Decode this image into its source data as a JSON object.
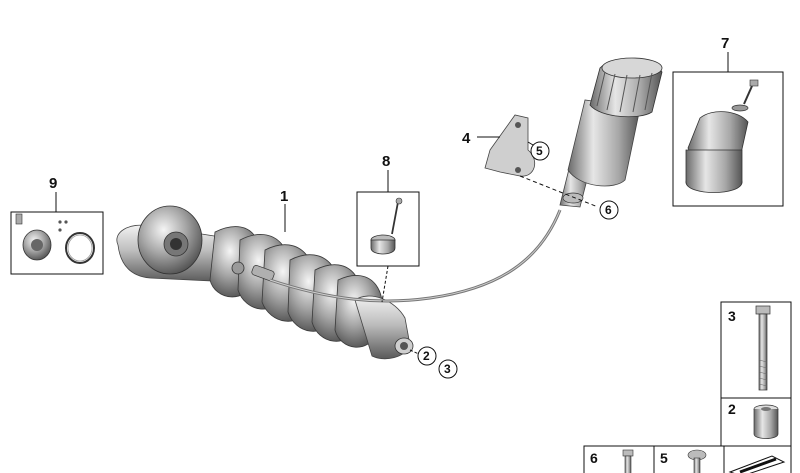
{
  "callouts": {
    "c1": "1",
    "c2": "2",
    "c3": "3",
    "c4": "4",
    "c5": "5",
    "c6": "6",
    "c7": "7",
    "c8": "8",
    "c9": "9"
  },
  "legend": {
    "item3": "3",
    "item2": "2",
    "item6": "6",
    "item5": "5"
  },
  "colors": {
    "line": "#111111",
    "metal_light": "#e8e8e8",
    "metal_mid": "#a9a9a9",
    "metal_dark": "#5e5e5e"
  }
}
